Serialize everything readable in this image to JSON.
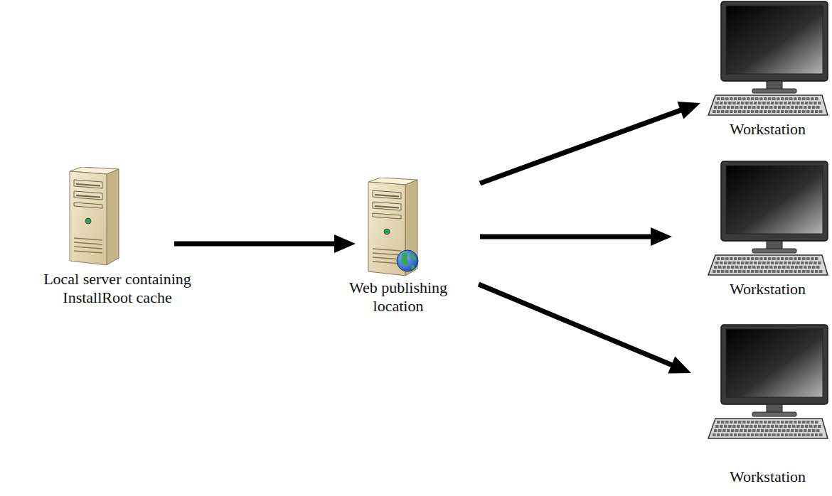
{
  "diagram": {
    "nodes": [
      {
        "text": [
          "Local server containing InstallRoot cache"
        ]
      },
      {
        "text": [
          "Web publishing location"
        ]
      },
      {
        "text": [
          "Workstation"
        ]
      },
      {
        "text": [
          "Workstation"
        ]
      },
      {
        "text": [
          "Workstation"
        ]
      }
    ],
    "edges": [
      {
        "from": 0,
        "to": 1,
        "arrow": "to"
      },
      {
        "from": 1,
        "to": 2,
        "arrow": "to"
      },
      {
        "from": 1,
        "to": 3,
        "arrow": "to"
      },
      {
        "from": 1,
        "to": 4,
        "arrow": "to"
      }
    ]
  }
}
